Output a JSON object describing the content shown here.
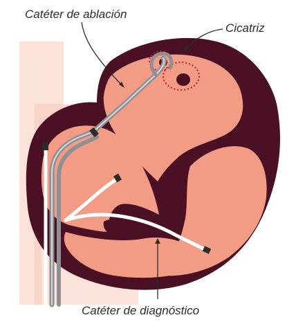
{
  "labels": {
    "ablation_catheter": "Catéter de ablación",
    "scar": "Cicatriz",
    "diagnostic_catheter": "Catéter de diagnóstico"
  },
  "colors": {
    "background": "#ffffff",
    "vessel_light": "#fbe3da",
    "vessel_mid": "#f6cbbd",
    "heart_outline": "#4a1024",
    "heart_chamber": "#f29c86",
    "scar_outline": "#c0192c",
    "catheter_gray": "#8f8f94",
    "catheter_light": "#d9d9dc",
    "diagnostic_white": "#ffffff",
    "leader_line": "#2b2b2b",
    "label_text": "#2b2b2b"
  }
}
